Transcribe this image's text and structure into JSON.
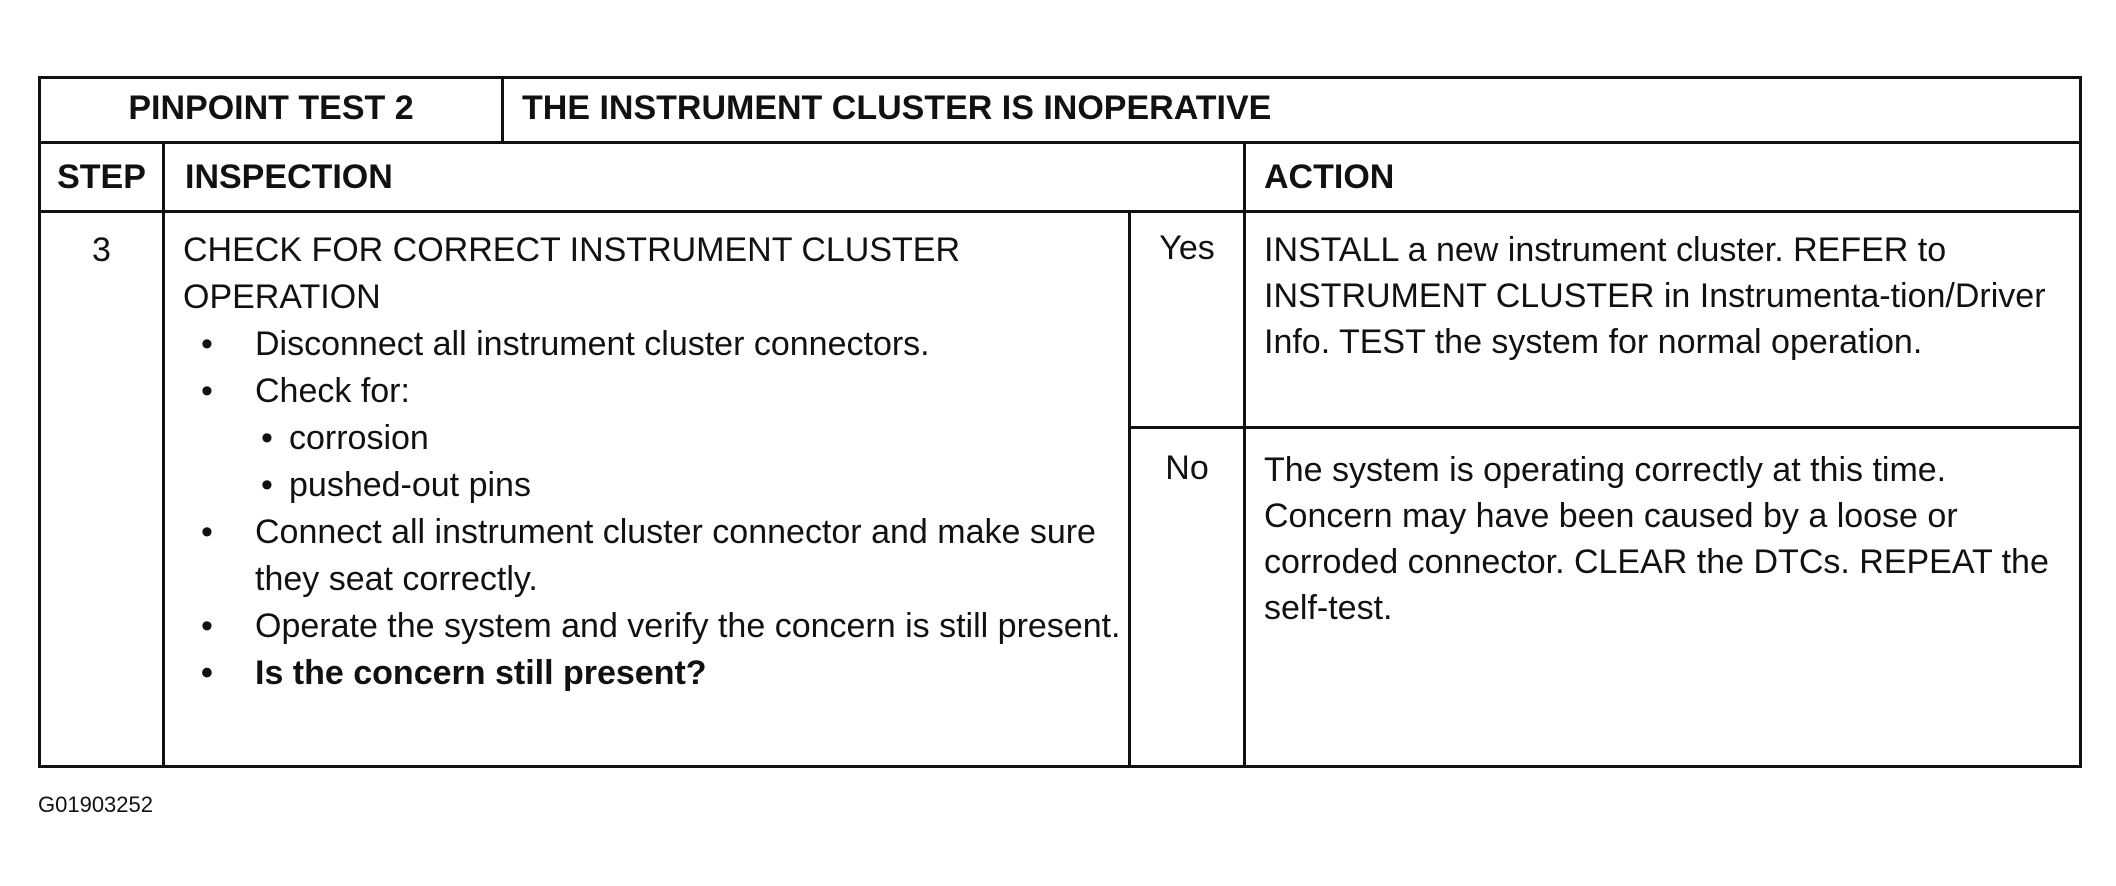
{
  "table": {
    "title_label": "PINPOINT TEST 2",
    "title_text": "THE INSTRUMENT CLUSTER IS INOPERATIVE",
    "headers": {
      "step": "STEP",
      "inspection": "INSPECTION",
      "action": "ACTION"
    },
    "steps": [
      {
        "number": "3",
        "inspection": {
          "heading": "CHECK FOR CORRECT INSTRUMENT CLUSTER OPERATION",
          "bullets": [
            "Disconnect all instrument cluster connectors.",
            "Check for:",
            "Connect all instrument cluster connector and make sure they seat correctly.",
            "Operate the system and verify the concern is still present.",
            "Is the concern still present?"
          ],
          "sub_bullets": [
            "corrosion",
            "pushed-out pins"
          ]
        },
        "answers": [
          {
            "label": "Yes",
            "action": "INSTALL a new instrument cluster. REFER to INSTRUMENT CLUSTER in Instrumenta-tion/Driver Info. TEST the system for normal operation."
          },
          {
            "label": "No",
            "action": "The system is operating correctly at this time. Concern may have been caused by a loose or corroded connector. CLEAR the DTCs. REPEAT the self-test."
          }
        ]
      }
    ]
  },
  "figure_id": "G01903252"
}
